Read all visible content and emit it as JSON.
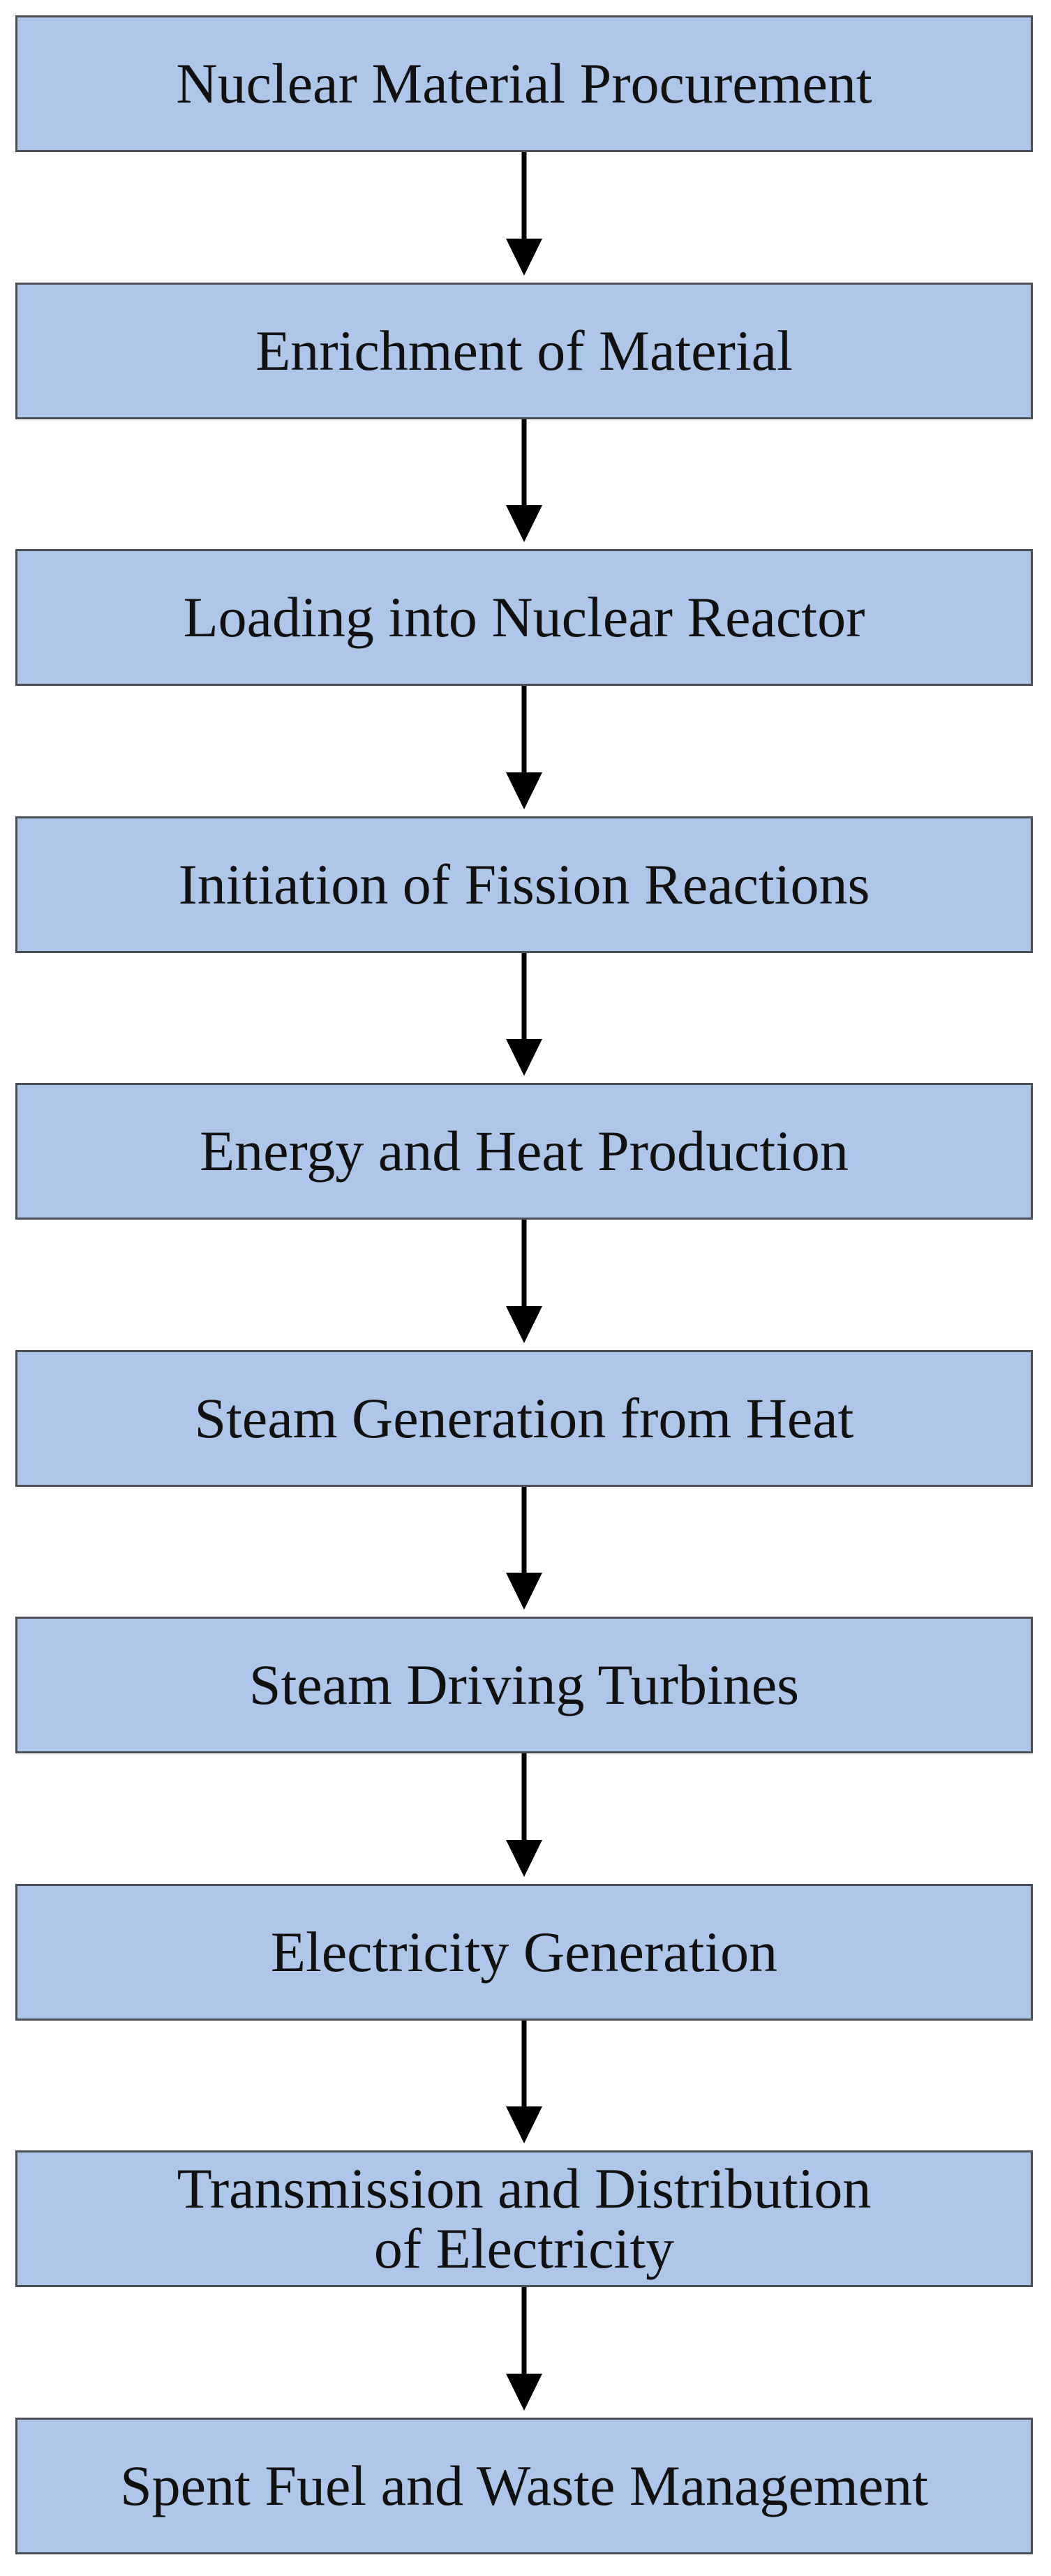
{
  "flowchart": {
    "steps": [
      {
        "label": "Nuclear Material Procurement"
      },
      {
        "label": "Enrichment of Material"
      },
      {
        "label": "Loading into Nuclear Reactor"
      },
      {
        "label": "Initiation of Fission Reactions"
      },
      {
        "label": "Energy and Heat Production"
      },
      {
        "label": "Steam Generation from Heat"
      },
      {
        "label": "Steam Driving Turbines"
      },
      {
        "label": "Electricity Generation"
      },
      {
        "label": "Transmission and Distribution\nof Electricity"
      },
      {
        "label": "Spent Fuel and Waste Management"
      }
    ]
  },
  "colors": {
    "box_fill": "#adc6e9",
    "box_border": "#4b4f56",
    "arrow": "#000000",
    "text": "#111111"
  }
}
